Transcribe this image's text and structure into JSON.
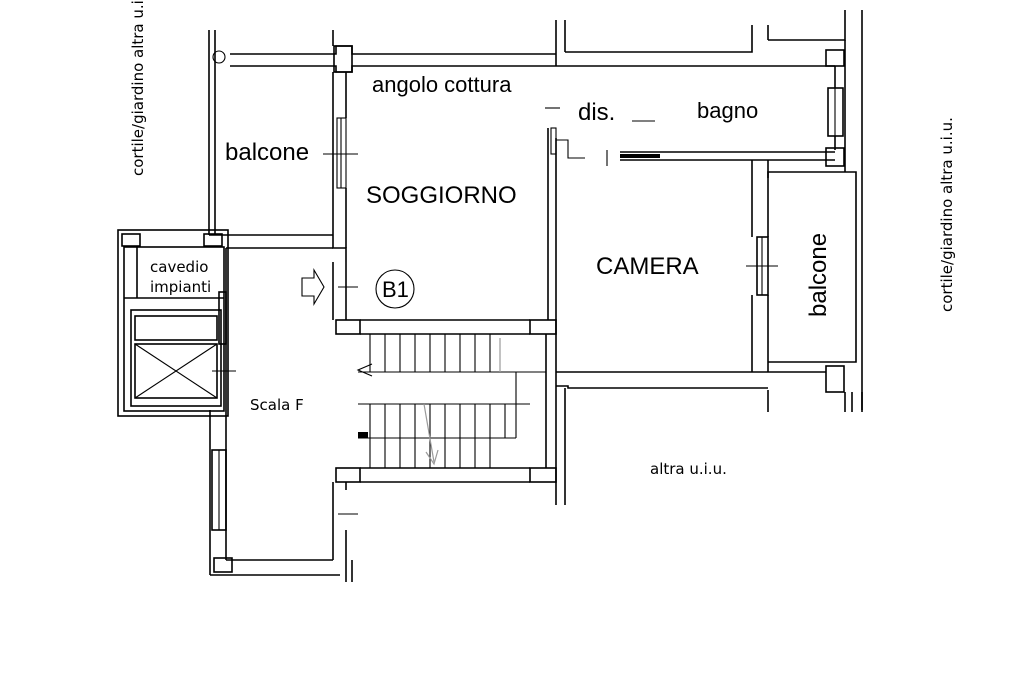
{
  "labels": {
    "angolo_cottura": "angolo cottura",
    "disimpegno": "dis.",
    "bagno": "bagno",
    "balcone_left": "balcone",
    "soggiorno": "SOGGIORNO",
    "camera": "CAMERA",
    "balcone_right": "balcone",
    "cavedio_line1": "cavedio",
    "cavedio_line2": "impianti",
    "unit_marker": "B1",
    "scala": "Scala F",
    "altra_uiu": "altra u.i.u.",
    "cortile_left": "cortile/giardino altra u.i.",
    "cortile_right": "cortile/giardino altra u.i.u."
  }
}
